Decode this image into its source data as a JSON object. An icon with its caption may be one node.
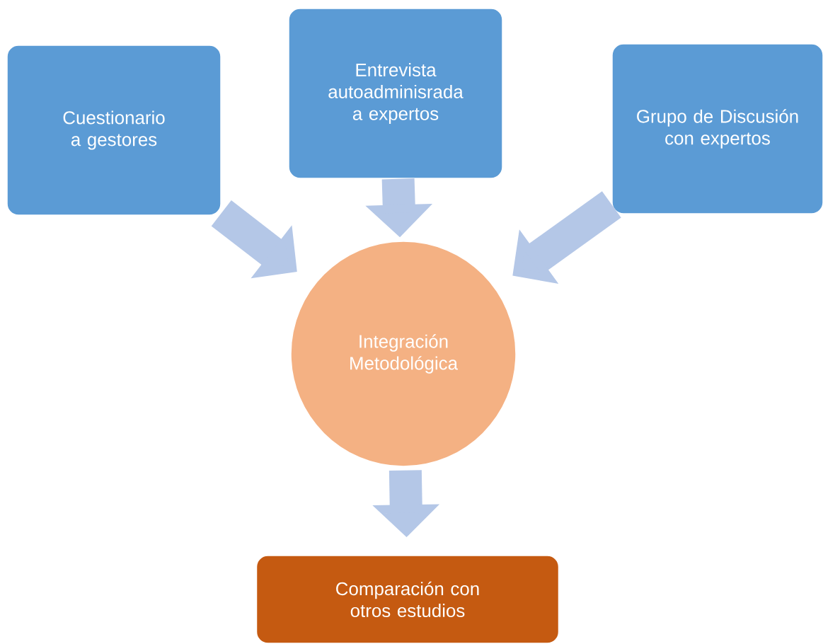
{
  "diagram": {
    "nodes": [
      {
        "text": [
          "Cuestionario a gestores"
        ]
      },
      {
        "text": [
          "Entrevista autoadminisrada a expertos"
        ]
      },
      {
        "text": [
          "Grupo de Discusión con expertos"
        ]
      },
      {
        "text": [
          "Integración Metodológica"
        ]
      },
      {
        "text": [
          "Comparación con otros estudios"
        ]
      }
    ],
    "edges": [
      {
        "from": 0,
        "to": 3,
        "arrow": "to"
      },
      {
        "from": 1,
        "to": 3,
        "arrow": "to"
      },
      {
        "from": 2,
        "to": 3,
        "arrow": "to"
      },
      {
        "from": 3,
        "to": 4,
        "arrow": "to"
      }
    ]
  }
}
